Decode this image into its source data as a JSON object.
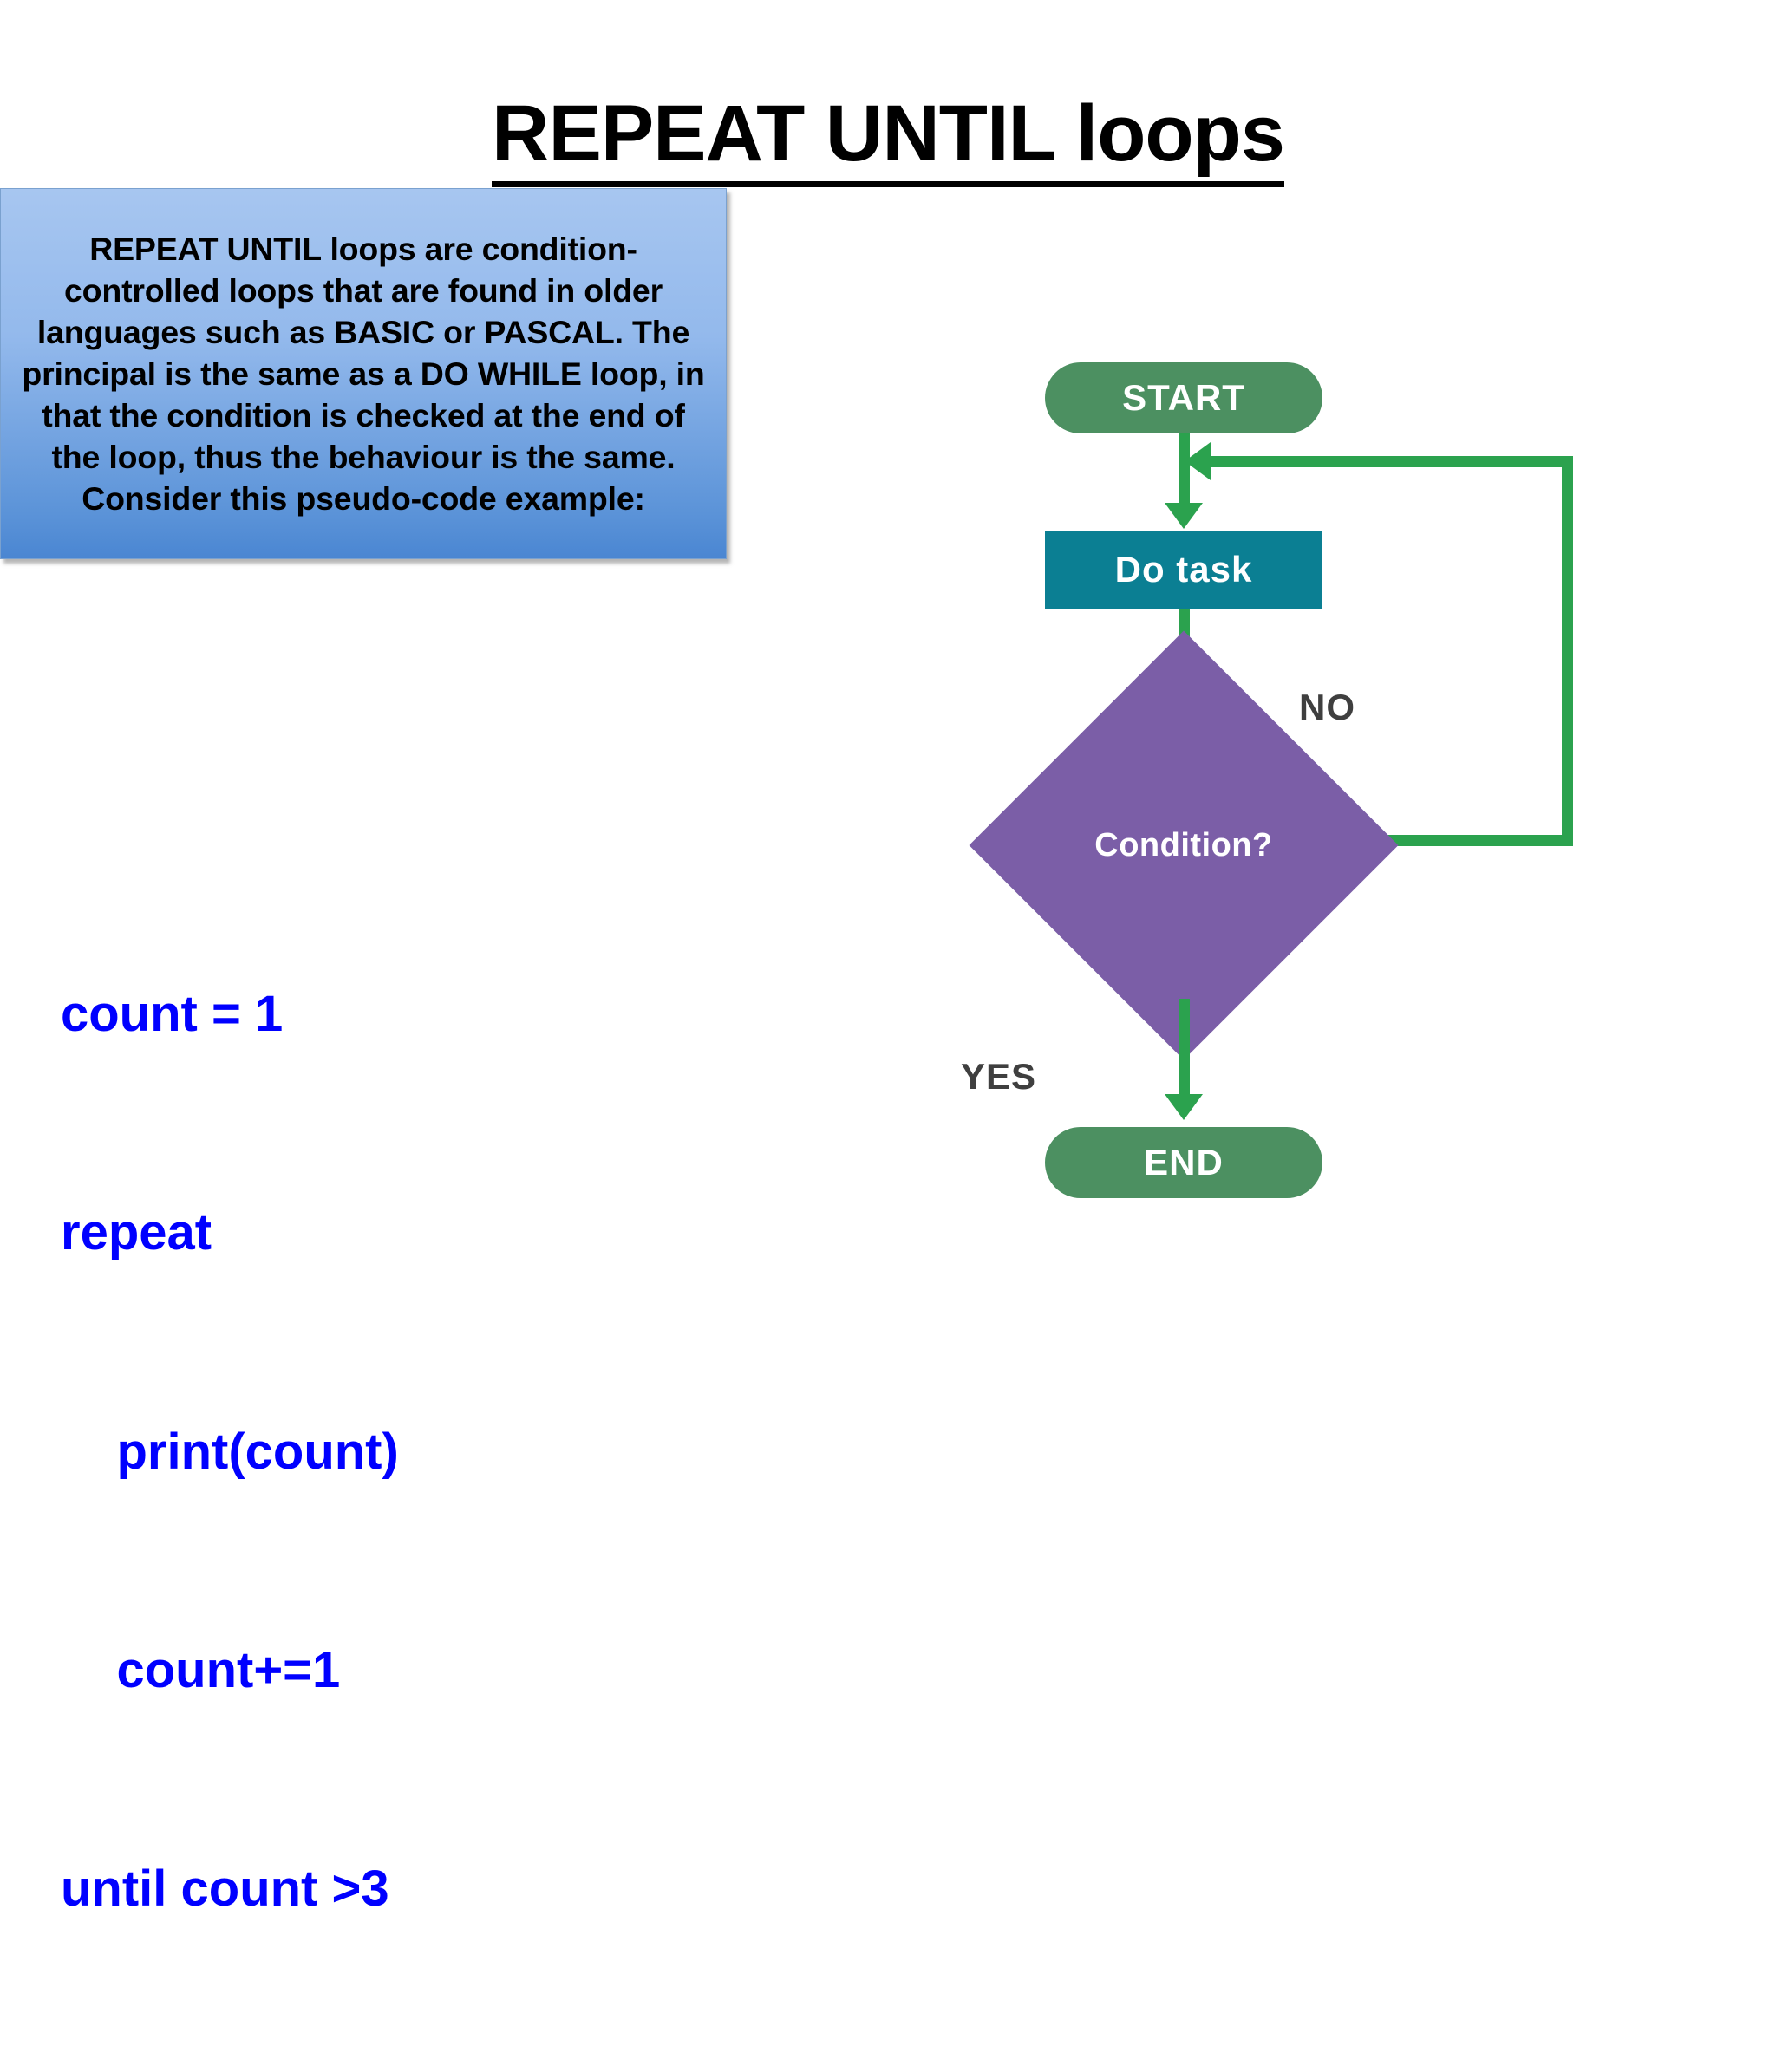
{
  "slide": {
    "title": "REPEAT UNTIL loops",
    "background_color": "#ffffff"
  },
  "description_box": {
    "text": "REPEAT UNTIL loops are condition-controlled loops that are found in older languages such as BASIC or PASCAL. The principal is the same as a DO WHILE loop, in that the condition is checked at the end of the loop, thus the behaviour is the same. Consider this pseudo-code example:",
    "gradient_top_color": "#a7c6f0",
    "gradient_bottom_color": "#4a86d2",
    "text_color": "#000000"
  },
  "pseudocode": {
    "color": "#0000FF",
    "lines": [
      "count = 1",
      "repeat",
      "    print(count)",
      "    count+=1",
      "until count >3"
    ],
    "line1": "count = 1",
    "line2": "repeat",
    "line3": "    print(count)",
    "line4": "    count+=1",
    "line5": "until count >3"
  },
  "flowchart": {
    "type": "flowchart",
    "nodes": [
      {
        "id": "start",
        "label": "START",
        "shape": "pill",
        "color": "#4c9061"
      },
      {
        "id": "task",
        "label": "Do task",
        "shape": "rectangle",
        "color": "#0b7f93"
      },
      {
        "id": "condition",
        "label": "Condition?",
        "shape": "diamond",
        "color": "#7b5ea7"
      },
      {
        "id": "end",
        "label": "END",
        "shape": "pill",
        "color": "#4c9061"
      }
    ],
    "edges": [
      {
        "from": "start",
        "to": "task",
        "label": ""
      },
      {
        "from": "task",
        "to": "condition",
        "label": ""
      },
      {
        "from": "condition",
        "to": "task",
        "label": "NO"
      },
      {
        "from": "condition",
        "to": "end",
        "label": "YES"
      }
    ],
    "start_label": "START",
    "task_label": "Do task",
    "condition_label": "Condition?",
    "end_label": "END",
    "no_label": "NO",
    "yes_label": "YES",
    "arrow_color": "#2ba24e",
    "branch_label_color": "#3f3f3f"
  }
}
